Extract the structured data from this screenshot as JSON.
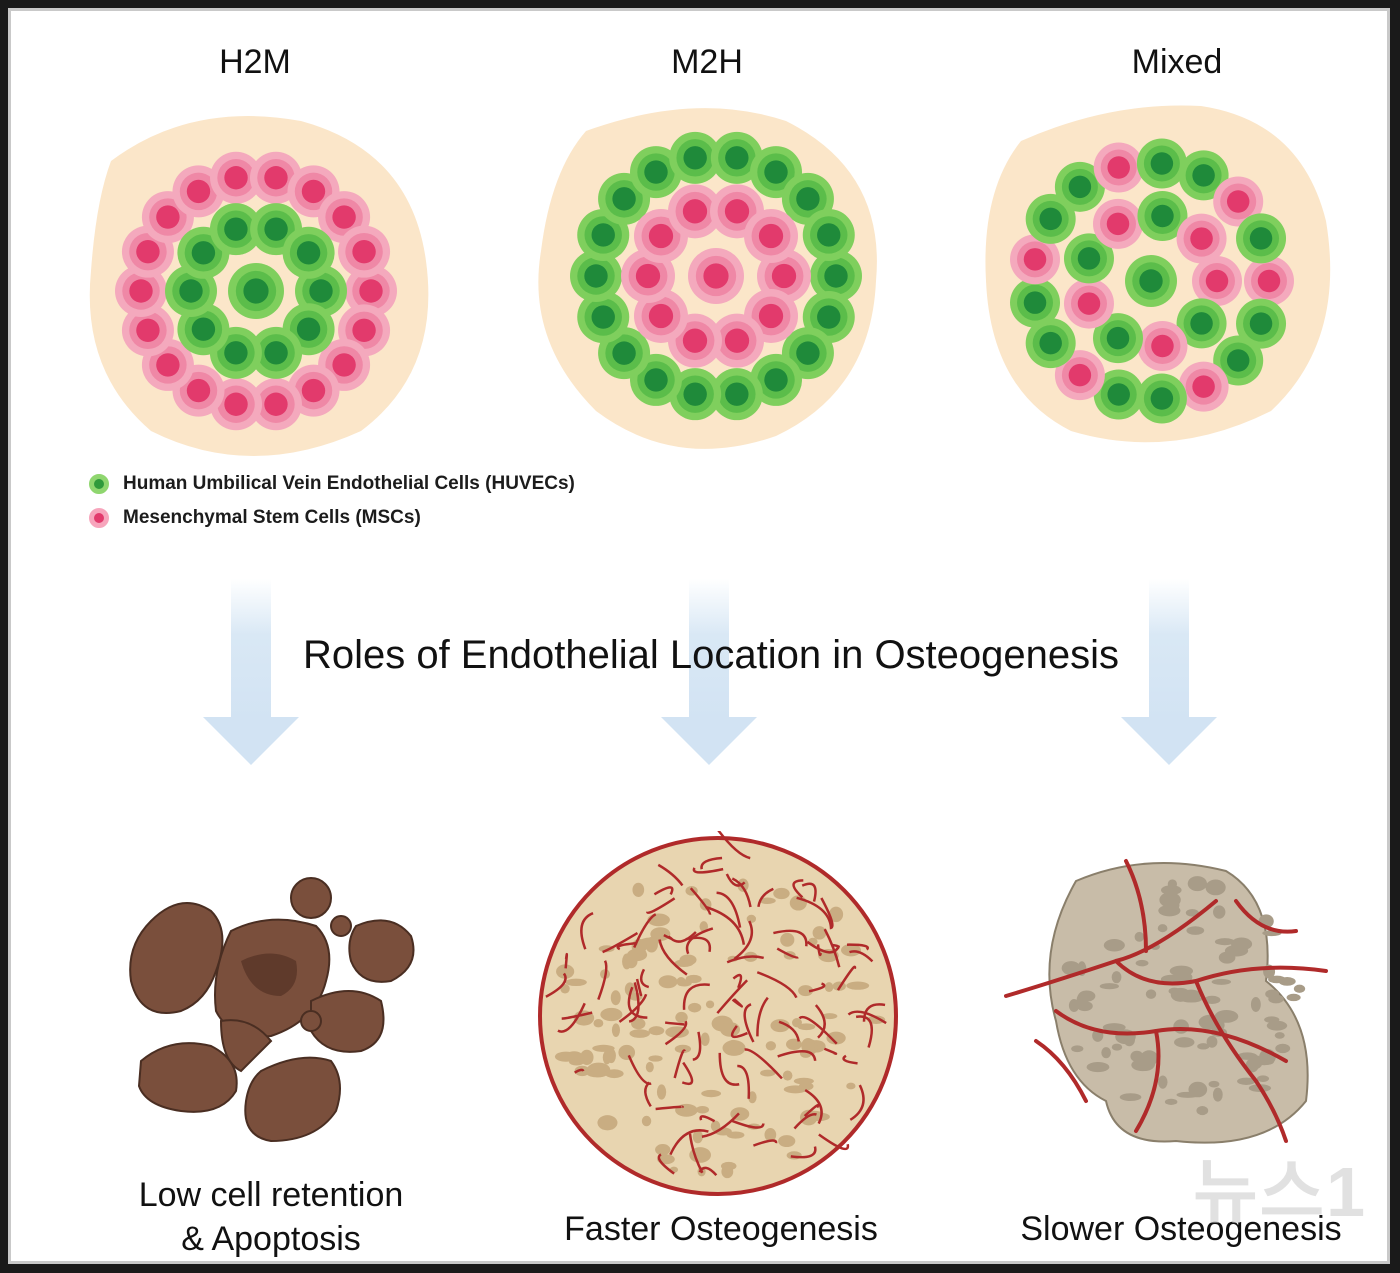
{
  "columns": [
    {
      "title": "H2M",
      "outcome_lines": [
        "Low cell retention",
        "& Apoptosis"
      ]
    },
    {
      "title": "M2H",
      "outcome_lines": [
        "Faster Osteogenesis"
      ]
    },
    {
      "title": "Mixed",
      "outcome_lines": [
        "Slower Osteogenesis"
      ]
    }
  ],
  "legend": [
    {
      "label": "Human Umbilical Vein Endothelial Cells (HUVECs)",
      "color": "#3fae49",
      "icon": "green-cell-icon"
    },
    {
      "label": "Mesenchymal Stem Cells (MSCs)",
      "color": "#e8557f",
      "icon": "pink-cell-icon"
    }
  ],
  "center_title": "Roles of Endothelial Location in Osteogenesis",
  "watermark": "뉴스1",
  "colors": {
    "huvec": "#3fae49",
    "msc": "#e8557f",
    "halo": "#fbe6c9",
    "arrow": "#d9e8f5",
    "apoptosis": "#7a4f3c",
    "vessel": "#b02a2a",
    "bone_beige": "#e0cda8",
    "bone_gray": "#c8bca8"
  }
}
